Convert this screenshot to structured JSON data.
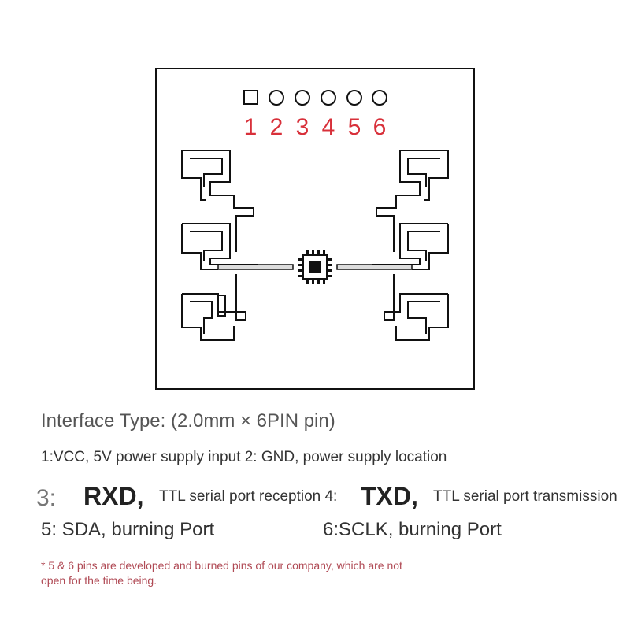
{
  "diagram": {
    "pins": [
      "1",
      "2",
      "3",
      "4",
      "5",
      "6"
    ]
  },
  "text": {
    "title": "Interface Type: (2.0mm × 6PIN pin)",
    "line1": "1:VCC, 5V power supply input 2: GND, power supply location",
    "pin3_num": "3:",
    "pin3_name": "RXD,",
    "pin3_desc": "TTL serial port reception 4:",
    "pin4_name": "TXD,",
    "pin4_desc": "TTL serial port transmission",
    "pin5": "5: SDA, burning Port",
    "pin6": "6:SCLK, burning Port",
    "note_line1": "* 5 & 6 pins are developed and burned pins of our company, which are not",
    "note_line2": "open for the time being."
  },
  "colors": {
    "pin_numbers": "#d8303a",
    "note": "#b04a55"
  }
}
